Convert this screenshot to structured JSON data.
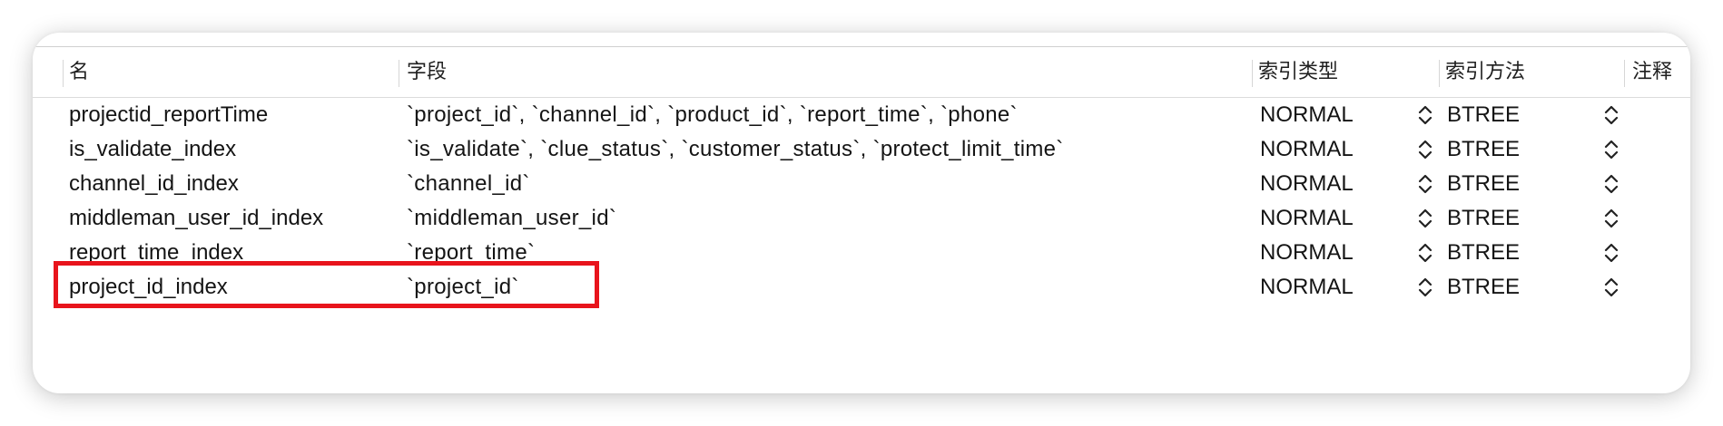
{
  "columns": {
    "name": "名",
    "fields": "字段",
    "index_type": "索引类型",
    "index_method": "索引方法",
    "comment": "注释"
  },
  "rows": [
    {
      "name": "projectid_reportTime",
      "fields": "`project_id`, `channel_id`, `product_id`, `report_time`, `phone`",
      "index_type": "NORMAL",
      "index_method": "BTREE"
    },
    {
      "name": "is_validate_index",
      "fields": "`is_validate`, `clue_status`, `customer_status`, `protect_limit_time`",
      "index_type": "NORMAL",
      "index_method": "BTREE"
    },
    {
      "name": "channel_id_index",
      "fields": "`channel_id`",
      "index_type": "NORMAL",
      "index_method": "BTREE"
    },
    {
      "name": "middleman_user_id_index",
      "fields": "`middleman_user_id`",
      "index_type": "NORMAL",
      "index_method": "BTREE"
    },
    {
      "name": "report_time_index",
      "fields": "`report_time`",
      "index_type": "NORMAL",
      "index_method": "BTREE"
    },
    {
      "name": "project_id_index",
      "fields": "`project_id`",
      "index_type": "NORMAL",
      "index_method": "BTREE"
    }
  ],
  "highlight": {
    "row": 5,
    "color": "#e8141c"
  },
  "icons": {
    "stepper": "up-down-chevron-icon"
  }
}
